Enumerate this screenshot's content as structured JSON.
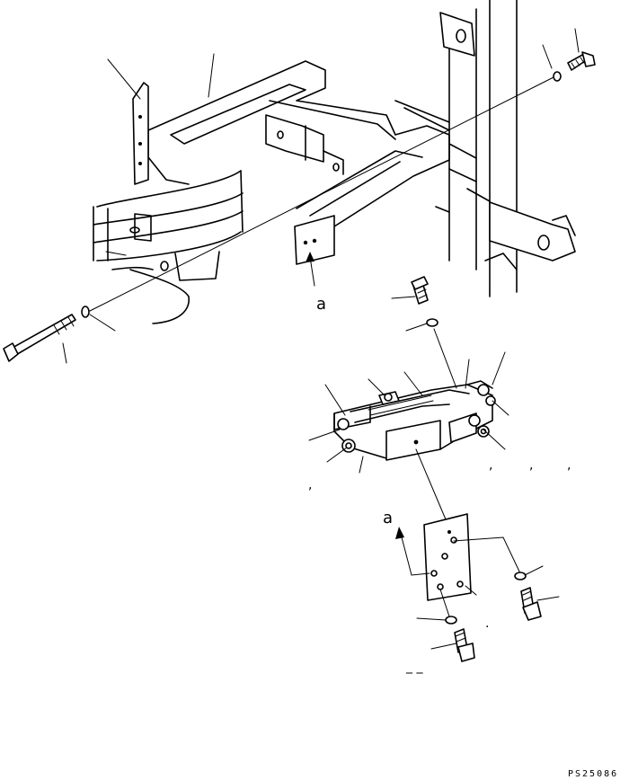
{
  "drawing": {
    "view_label_upper": "a",
    "view_label_lower": "a",
    "figure_code": "PS25086",
    "separators": [
      ",",
      ",",
      ",",
      ","
    ],
    "dash_mark": "_ _",
    "dot_mark": "."
  }
}
